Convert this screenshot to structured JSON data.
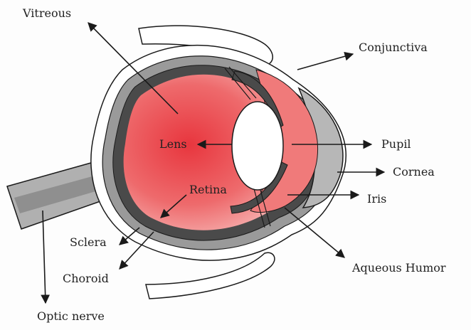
{
  "labels": {
    "vitreous": "Vitreous",
    "conjunctiva": "Conjunctiva",
    "lens": "Lens",
    "pupil": "Pupil",
    "cornea": "Cornea",
    "retina": "Retina",
    "iris": "Iris",
    "sclera": "Sclera",
    "choroid": "Choroid",
    "aqueous_humor": "Aqueous Humor",
    "optic_nerve": "Optic nerve"
  },
  "colors": {
    "interior_red": "#e8363e",
    "interior_light": "#f8c2c0",
    "choroid_dark": "#4a4a4a",
    "sclera_gray": "#9a9a9a",
    "cornea_gray": "#b7b7b7",
    "lens_white": "#ffffff",
    "line": "#1a1a1a"
  }
}
